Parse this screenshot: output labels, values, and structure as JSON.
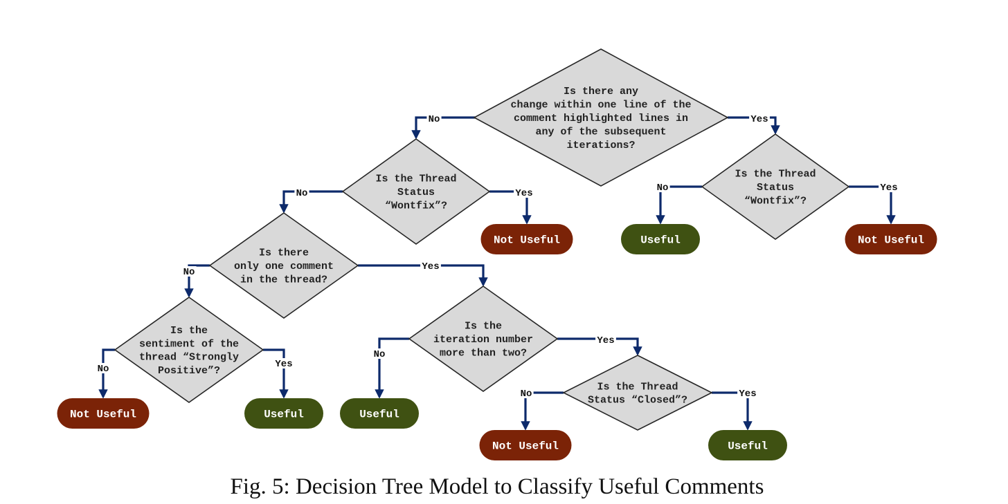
{
  "caption": "Fig. 5: Decision Tree Model to Classify Useful Comments",
  "colors": {
    "useful": "#3f5112",
    "not_useful": "#7b2307",
    "edge": "#0d2a6b",
    "decision_fill": "#d9d9d9"
  },
  "decisions": [
    {
      "id": "d1",
      "lines": [
        "Is there any",
        "change within one line of the",
        "comment highlighted lines in",
        "any of the subsequent",
        "iterations?"
      ]
    },
    {
      "id": "d2",
      "lines": [
        "Is the Thread",
        "Status",
        "“Wontfix”?"
      ]
    },
    {
      "id": "d3",
      "lines": [
        "Is the Thread",
        "Status",
        "“Wontfix”?"
      ]
    },
    {
      "id": "d4",
      "lines": [
        "Is there",
        "only one comment",
        "in the thread?"
      ]
    },
    {
      "id": "d5",
      "lines": [
        "Is the",
        "sentiment of the",
        "thread “Strongly",
        "Positive”?"
      ]
    },
    {
      "id": "d6",
      "lines": [
        "Is the",
        "iteration number",
        "more than two?"
      ]
    },
    {
      "id": "d7",
      "lines": [
        "Is the Thread",
        "Status “Closed”?"
      ]
    }
  ],
  "leaves": [
    {
      "id": "l1",
      "label": "Not Useful",
      "kind": "not_useful"
    },
    {
      "id": "l2",
      "label": "Useful",
      "kind": "useful"
    },
    {
      "id": "l3",
      "label": "Not Useful",
      "kind": "not_useful"
    },
    {
      "id": "l4",
      "label": "Not Useful",
      "kind": "not_useful"
    },
    {
      "id": "l5",
      "label": "Useful",
      "kind": "useful"
    },
    {
      "id": "l6",
      "label": "Useful",
      "kind": "useful"
    },
    {
      "id": "l7",
      "label": "Not Useful",
      "kind": "not_useful"
    },
    {
      "id": "l8",
      "label": "Useful",
      "kind": "useful"
    }
  ],
  "edges": [
    {
      "id": "e1",
      "from": "d1",
      "to": "d2",
      "label": "No"
    },
    {
      "id": "e2",
      "from": "d1",
      "to": "d3",
      "label": "Yes"
    },
    {
      "id": "e3",
      "from": "d2",
      "to": "d4",
      "label": "No"
    },
    {
      "id": "e4",
      "from": "d2",
      "to": "l1",
      "label": "Yes"
    },
    {
      "id": "e5",
      "from": "d3",
      "to": "l2",
      "label": "No"
    },
    {
      "id": "e6",
      "from": "d3",
      "to": "l3",
      "label": "Yes"
    },
    {
      "id": "e7",
      "from": "d4",
      "to": "d5",
      "label": "No"
    },
    {
      "id": "e8",
      "from": "d4",
      "to": "d6",
      "label": "Yes"
    },
    {
      "id": "e9",
      "from": "d5",
      "to": "l4",
      "label": "No"
    },
    {
      "id": "e10",
      "from": "d5",
      "to": "l5",
      "label": "Yes"
    },
    {
      "id": "e11",
      "from": "d6",
      "to": "l6",
      "label": "No"
    },
    {
      "id": "e12",
      "from": "d6",
      "to": "d7",
      "label": "Yes"
    },
    {
      "id": "e13",
      "from": "d7",
      "to": "l7",
      "label": "No"
    },
    {
      "id": "e14",
      "from": "d7",
      "to": "l8",
      "label": "Yes"
    }
  ]
}
